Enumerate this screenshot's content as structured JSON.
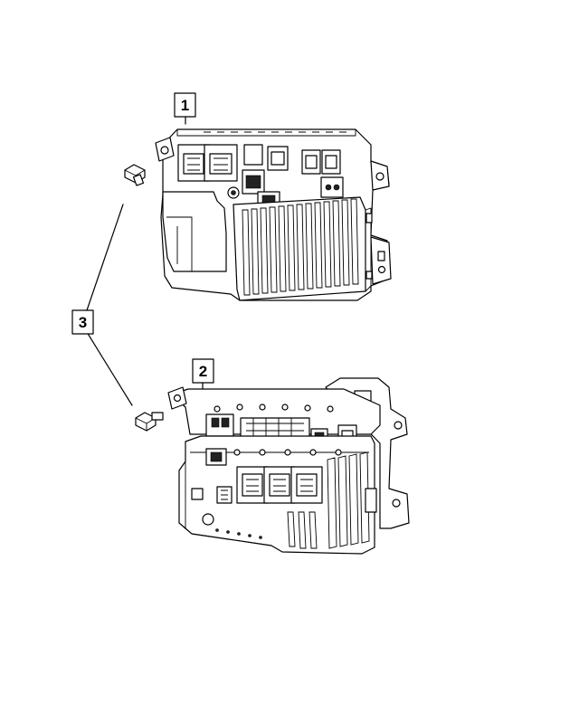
{
  "callouts": {
    "module_1": "1",
    "module_2": "2",
    "screws_3": "3"
  },
  "colors": {
    "line": "#000000",
    "background": "#ffffff"
  }
}
